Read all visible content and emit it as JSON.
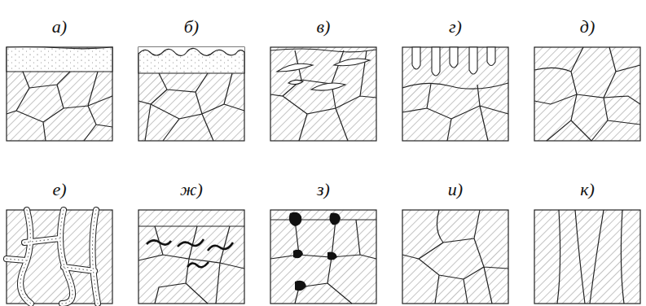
{
  "diagram": {
    "labels": [
      "а)",
      "б)",
      "в)",
      "г)",
      "д)",
      "е)",
      "ж)",
      "з)",
      "и)",
      "к)"
    ]
  }
}
